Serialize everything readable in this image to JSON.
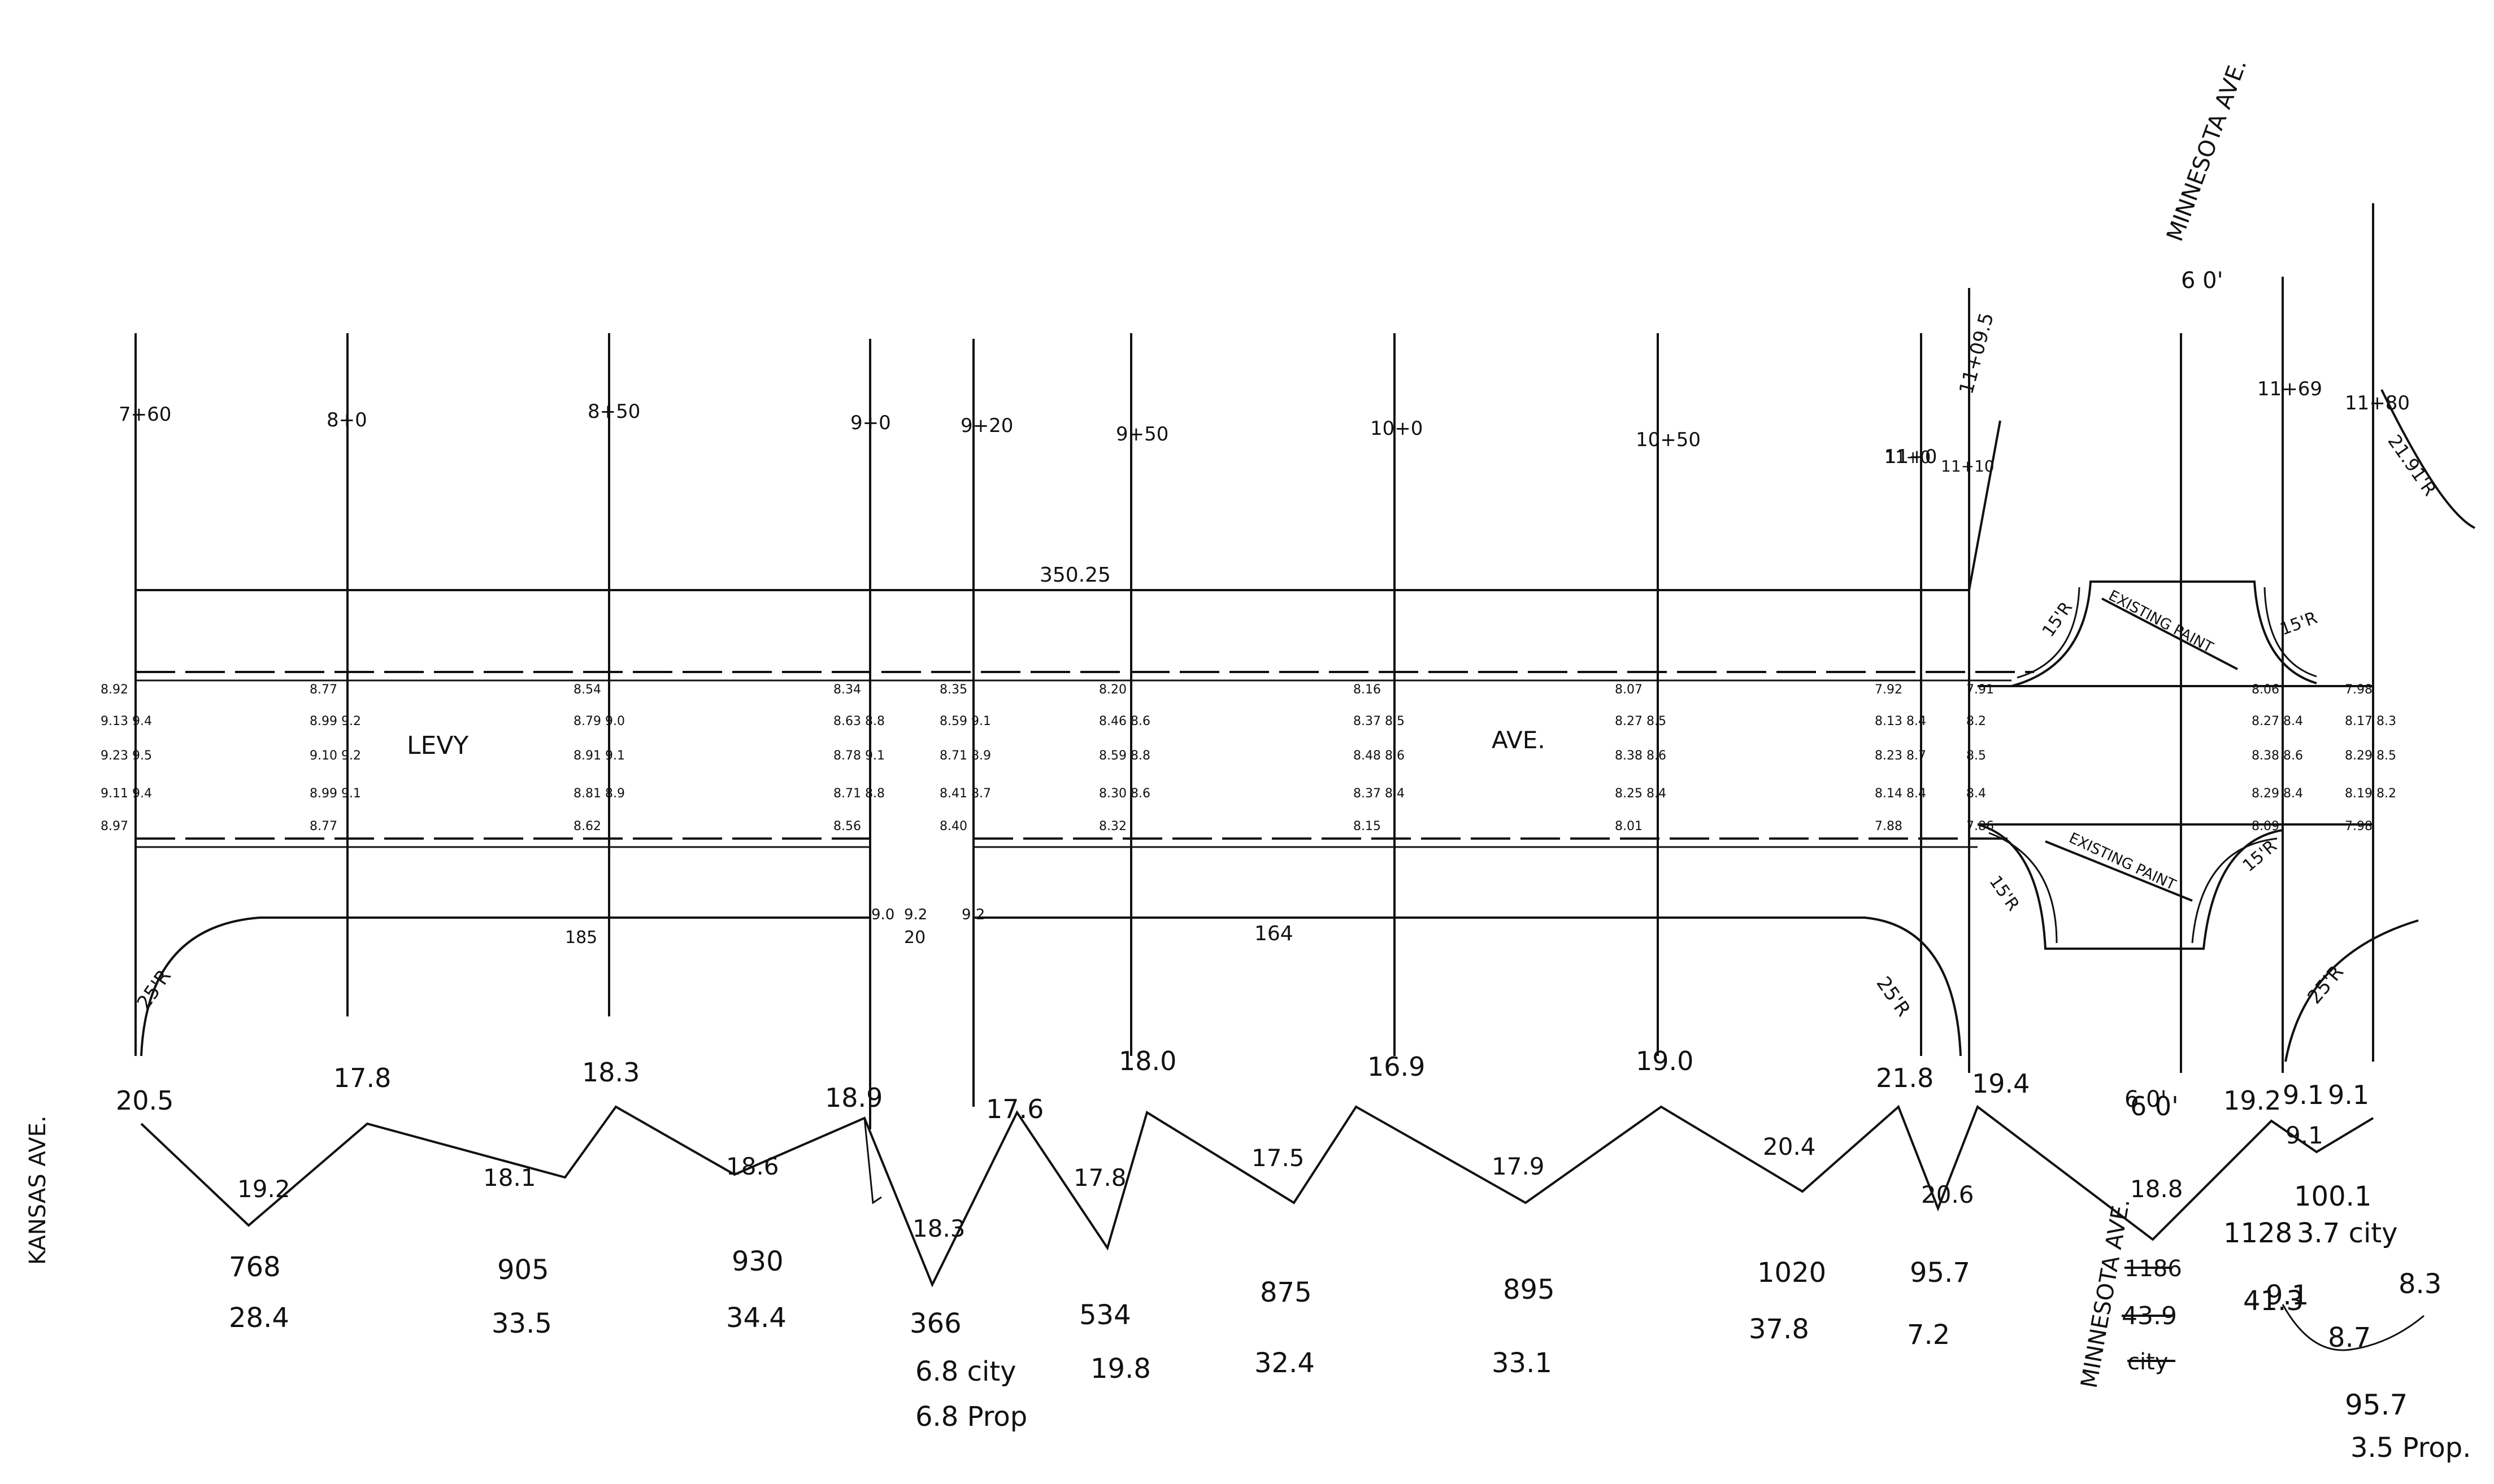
{
  "street_labels": {
    "kansas_ave": "KANSAS AVE.",
    "minnesota_ave_top": "MINNESOTA AVE.",
    "minnesota_ave_bottom": "MINNESOTA AVE.",
    "levy": "LEVY",
    "ave": "AVE."
  },
  "widths": {
    "minnesota_top": "6 0'",
    "minnesota_bottom": "6 0'"
  },
  "stations": [
    "7+60",
    "8+0",
    "8+50",
    "9+0",
    "9+20",
    "9+50",
    "10+0",
    "10+50",
    "11+0",
    "11+09.5",
    "11+69",
    "11+80"
  ],
  "station_extra": [
    "11+0",
    "11+10"
  ],
  "distances": {
    "top": "350.25",
    "bottom_left": "185",
    "bottom_mid": "20",
    "bottom_right": "164"
  },
  "radii": {
    "r1": "25'R",
    "r2": "25'R",
    "r3": "25'R",
    "r4": "21.91'R",
    "r5": "15'R",
    "r6": "15'R",
    "r7": "15'R",
    "r8": "15'R"
  },
  "existing_paint": {
    "top": "EXISTING PAINT",
    "bottom": "EXISTING PAINT"
  },
  "bottom_small_notes": [
    "9.0",
    "9.2",
    "9.2"
  ],
  "grade_elevations": {
    "c0": [
      "8.92",
      "9.13 9.4",
      "9.23 9.5",
      "9.11 9.4",
      "8.97"
    ],
    "c1": [
      "8.77",
      "8.99 9.2",
      "9.10 9.2",
      "8.99 9.1",
      "8.77"
    ],
    "c2": [
      "8.54",
      "8.79 9.0",
      "8.91 9.1",
      "8.81 8.9",
      "8.62"
    ],
    "c3": [
      "8.34",
      "8.63 8.8",
      "8.78 9.1",
      "8.71 8.8",
      "8.56"
    ],
    "c4": [
      "8.35",
      "8.59 9.1",
      "8.71 8.9",
      "8.41 8.7",
      "8.40"
    ],
    "c5": [
      "8.20",
      "8.46 8.6",
      "8.59 8.8",
      "8.30 8.6",
      "8.32"
    ],
    "c6": [
      "8.16",
      "8.37 8.5",
      "8.48 8.6",
      "8.37 8.4",
      "8.15"
    ],
    "c7": [
      "8.07",
      "8.27 8.5",
      "8.38 8.6",
      "8.25 8.4",
      "8.01"
    ],
    "c8": [
      "7.92",
      "8.13 8.4",
      "8.23 8.7",
      "8.14 8.4",
      "7.88"
    ],
    "c9": [
      "7.91",
      "8.2",
      "8.5",
      "8.4",
      "7.86"
    ],
    "c10": [
      "8.06",
      "8.27 8.4",
      "8.38 8.6",
      "8.29 8.4",
      "8.09"
    ],
    "c11": [
      "7.98",
      "8.17 8.3",
      "8.29 8.5",
      "8.19 8.2",
      "7.98"
    ]
  },
  "profile_upper": [
    "20.5",
    "17.8",
    "18.3",
    "18.9",
    "17.6",
    "18.0",
    "16.9",
    "19.0",
    "21.8",
    "19.4",
    "6 0'",
    "19.2",
    "9.1",
    "9.1"
  ],
  "profile_lower": [
    "19.2",
    "18.1",
    "18.6",
    "18.3",
    "17.8",
    "17.5",
    "17.9",
    "20.4",
    "20.6",
    "18.8",
    "9.1"
  ],
  "areas": [
    "768",
    "905",
    "930",
    "366",
    "534",
    "875",
    "895",
    "1020",
    "95.7",
    "1128",
    "100.1"
  ],
  "volumes": [
    "28.4",
    "33.5",
    "34.4",
    "6.8 city",
    "19.8",
    "32.4",
    "33.1",
    "37.8",
    "7.2",
    "41.3",
    "3.7 city"
  ],
  "extra_notes": {
    "prop_1": "6.8 Prop",
    "struck_1": "1186",
    "struck_2": "43.9",
    "struck_3": "city",
    "n_9_1": "9.1",
    "n_8_3": "8.3",
    "n_8_7": "8.7",
    "n_95_7": "95.7",
    "prop_2": "3.5 Prop."
  }
}
